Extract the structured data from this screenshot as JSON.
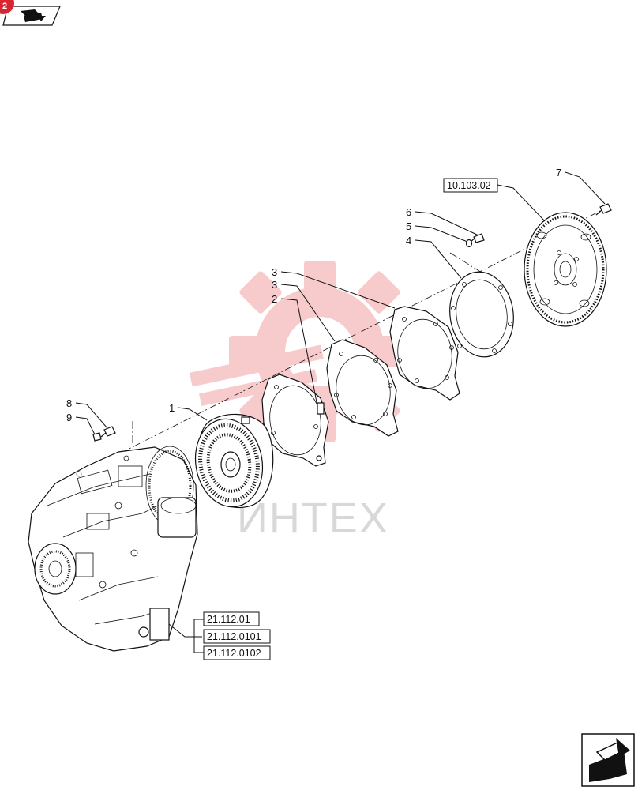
{
  "colors": {
    "watermark_red": "#f2a0a3",
    "badge_red": "#d7262f",
    "line": "#111111",
    "watermark_text": "#d8d8d8"
  },
  "header": {
    "badge_number": "2",
    "nav_icon": "book-arrow-icon"
  },
  "footer": {
    "nav_icon": "next-page-arrow-icon"
  },
  "watermark": {
    "text": "ИНТЕХ"
  },
  "callouts": {
    "c1": "1",
    "c2": "2",
    "c3a": "3",
    "c3b": "3",
    "c4": "4",
    "c5": "5",
    "c6": "6",
    "c7": "7",
    "c8": "8",
    "c9": "9"
  },
  "references": {
    "flywheel": "10.103.02",
    "transmission": [
      "21.112.01",
      "21.112.0101",
      "21.112.0102"
    ]
  }
}
